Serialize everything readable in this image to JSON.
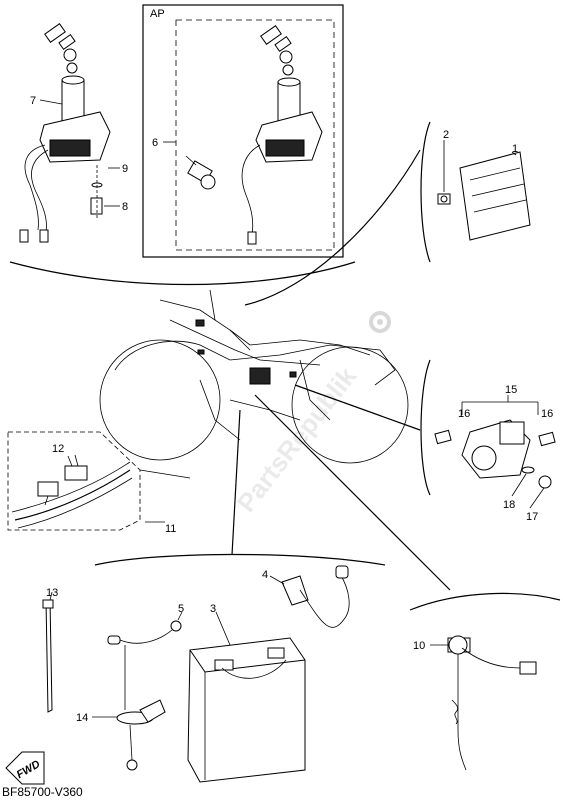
{
  "diagram": {
    "ap_label": "AP",
    "drawing_code": "BF85700-V360",
    "watermark": "PartsRepublik",
    "fwd_label": "FWD",
    "callouts": [
      {
        "id": "c1",
        "text": "1"
      },
      {
        "id": "c2",
        "text": "2"
      },
      {
        "id": "c3",
        "text": "3"
      },
      {
        "id": "c4",
        "text": "4"
      },
      {
        "id": "c5",
        "text": "5"
      },
      {
        "id": "c6",
        "text": "6"
      },
      {
        "id": "c7",
        "text": "7"
      },
      {
        "id": "c8",
        "text": "8"
      },
      {
        "id": "c9",
        "text": "9"
      },
      {
        "id": "c10",
        "text": "10"
      },
      {
        "id": "c11",
        "text": "11"
      },
      {
        "id": "c12",
        "text": "12"
      },
      {
        "id": "c13",
        "text": "13"
      },
      {
        "id": "c14",
        "text": "14"
      },
      {
        "id": "c15",
        "text": "15"
      },
      {
        "id": "c16a",
        "text": "16"
      },
      {
        "id": "c16b",
        "text": "16"
      },
      {
        "id": "c17",
        "text": "17"
      },
      {
        "id": "c18",
        "text": "18"
      }
    ]
  }
}
